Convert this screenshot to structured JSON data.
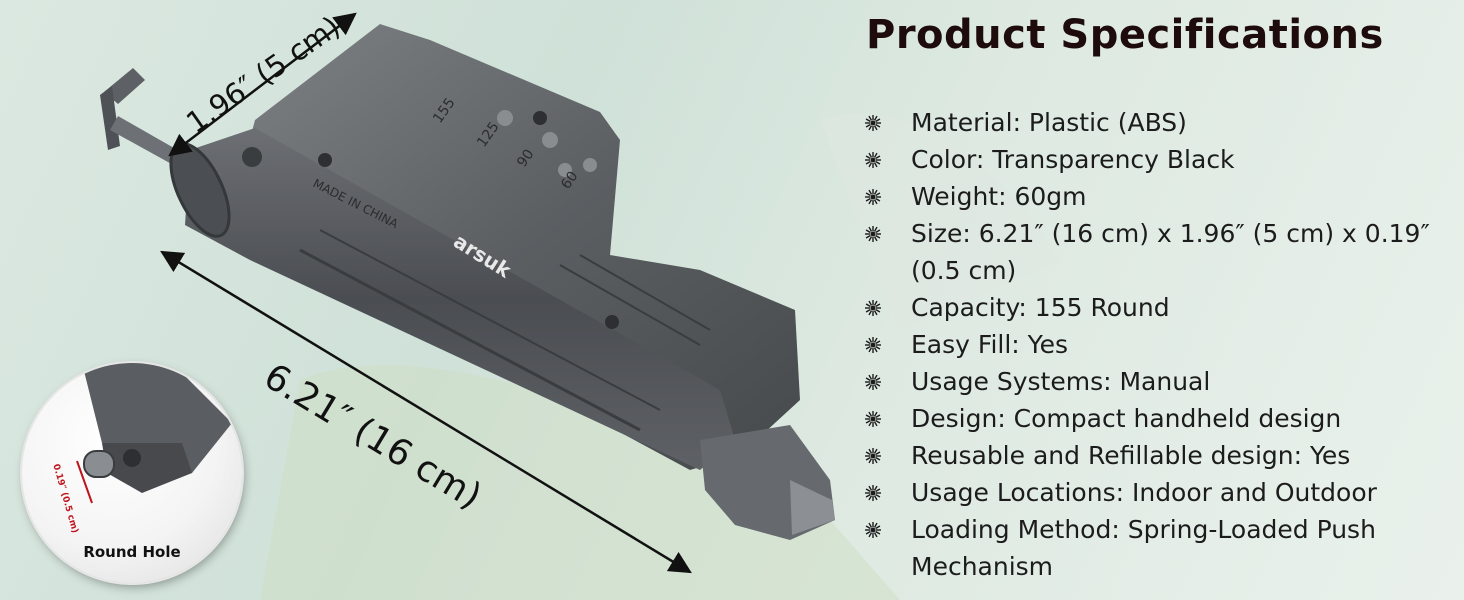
{
  "title": "Product Specifications",
  "specs": [
    "Material: Plastic (ABS)",
    "Color: Transparency Black",
    "Weight: 60gm",
    "Size: 6.21″ (16 cm) x 1.96″ (5 cm) x 0.19″ (0.5 cm)",
    "Capacity: 155 Round",
    "Easy Fill: Yes",
    "Usage Systems: Manual",
    "Design: Compact handheld design",
    "Reusable and Refillable design: Yes",
    "Usage Locations: Indoor and Outdoor",
    "Loading Method: Spring-Loaded Push Mechanism"
  ],
  "dimensions": {
    "width_label": "1.96″ (5 cm)",
    "length_label": "6.21″ (16 cm)"
  },
  "product": {
    "brand": "arsuk",
    "stamp": "MADE IN CHINA",
    "capacity_marks": [
      "155",
      "125",
      "90",
      "60"
    ]
  },
  "inset": {
    "caption": "Round Hole",
    "hole_dim": "0.19″ (0.5 cm)"
  },
  "colors": {
    "title": "#1e0b0b",
    "text": "#1c1c1c",
    "inset_dim": "#c0141c",
    "body": "#5f6266"
  }
}
